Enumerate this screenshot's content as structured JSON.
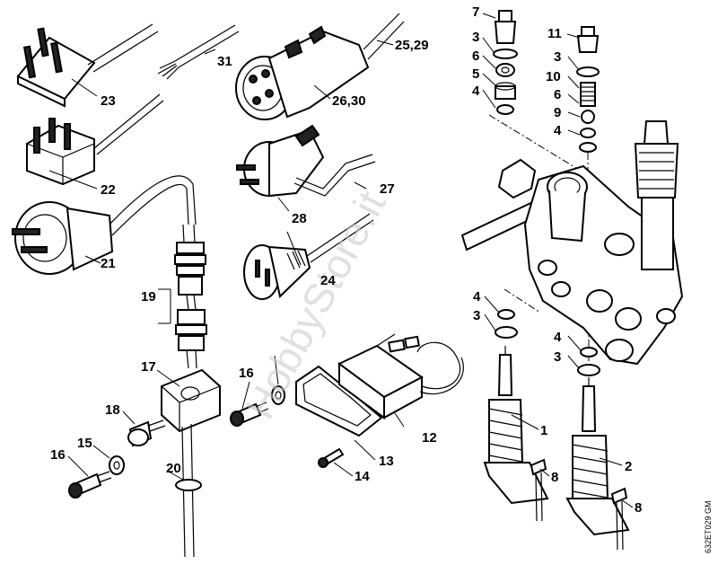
{
  "drawing_code": "632ET029 GM",
  "watermark": "HobbyStore.it",
  "labels": {
    "l1": "1",
    "l2": "2",
    "l3a": "3",
    "l3b": "3",
    "l3c": "3",
    "l3d": "3",
    "l4a": "4",
    "l4b": "4",
    "l4c": "4",
    "l4d": "4",
    "l5": "5",
    "l6a": "6",
    "l6b": "6",
    "l7": "7",
    "l8a": "8",
    "l8b": "8",
    "l9": "9",
    "l10": "10",
    "l11": "11",
    "l12": "12",
    "l13": "13",
    "l14": "14",
    "l15": "15",
    "l16a": "16",
    "l16b": "16",
    "l17": "17",
    "l18": "18",
    "l19": "19",
    "l20": "20",
    "l21": "21",
    "l22": "22",
    "l23": "23",
    "l24": "24",
    "l25": "25,29",
    "l26": "26,30",
    "l27": "27",
    "l28": "28",
    "l31": "31"
  }
}
